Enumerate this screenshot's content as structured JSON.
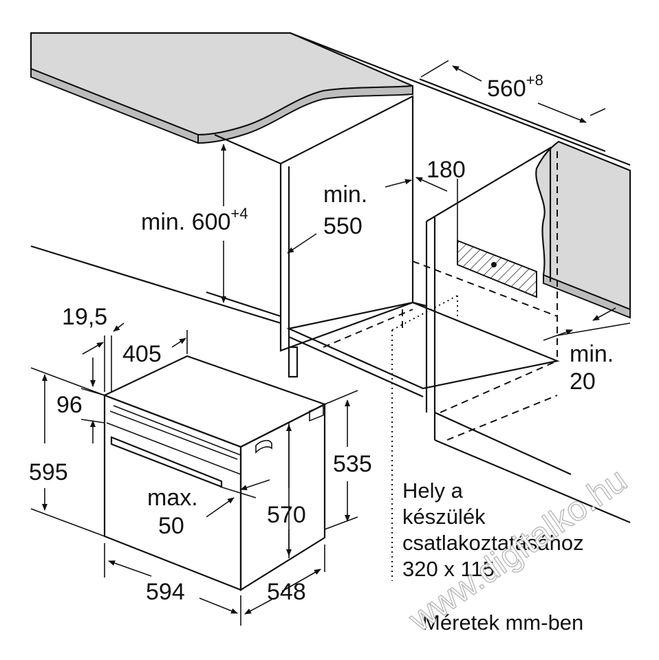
{
  "dimensions": {
    "d560": "560",
    "d560_tol": "+8",
    "d180": "180",
    "d600_prefix": "min. 600",
    "d600_tol": "+4",
    "d550_line1": "min.",
    "d550_line2": "550",
    "d19_5": "19,5",
    "d405": "405",
    "d96": "96",
    "d595": "595",
    "d535": "535",
    "d570": "570",
    "dmax_line1": "max.",
    "dmax_line2": "50",
    "d594": "594",
    "d548": "548",
    "dmin20_line1": "min.",
    "dmin20_line2": "20"
  },
  "notes": {
    "connection_line1": "Hely a",
    "connection_line2": "készülék",
    "connection_line3": "csatlakoztatásához",
    "connection_line4": "320 x 115",
    "units": "Méretek mm-ben"
  },
  "watermark": {
    "text": "www.digitalko.hu"
  },
  "colors": {
    "line": "#111111",
    "countertop": "#d9d9d9",
    "countertop_edge": "#bdbdbd",
    "hatch": "#111111"
  }
}
